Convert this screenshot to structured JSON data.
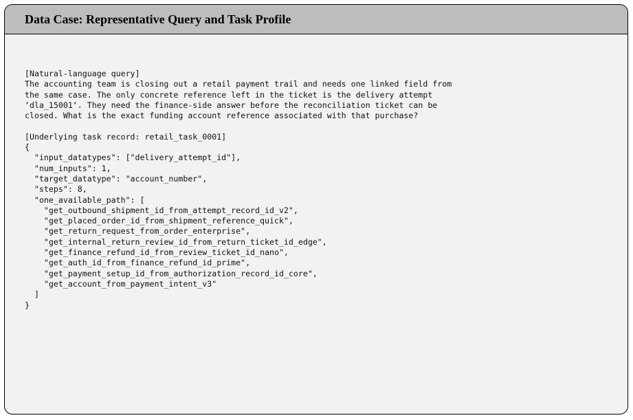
{
  "card": {
    "title": "Data Case: Representative Query and Task Profile"
  },
  "query_section": {
    "label": "[Natural-language query]",
    "lines": [
      "The accounting team is closing out a retail payment trail and needs one linked field from",
      "the same case. The only concrete reference left in the ticket is the delivery attempt",
      "‘dla_15001‘. They need the finance-side answer before the reconciliation ticket can be",
      "closed. What is the exact funding account reference associated with that purchase?"
    ]
  },
  "record_section": {
    "label": "[Underlying task record: retail_task_0001]",
    "lines": [
      "{",
      "  \"input_datatypes\": [\"delivery_attempt_id\"],",
      "  \"num_inputs\": 1,",
      "  \"target_datatype\": \"account_number\",",
      "  \"steps\": 8,",
      "  \"one_available_path\": [",
      "    \"get_outbound_shipment_id_from_attempt_record_id_v2\",",
      "    \"get_placed_order_id_from_shipment_reference_quick\",",
      "    \"get_return_request_from_order_enterprise\",",
      "    \"get_internal_return_review_id_from_return_ticket_id_edge\",",
      "    \"get_finance_refund_id_from_review_ticket_id_nano\",",
      "    \"get_auth_id_from_finance_refund_id_prime\",",
      "    \"get_payment_setup_id_from_authorization_record_id_core\",",
      "    \"get_account_from_payment_intent_v3\"",
      "  ]",
      "}"
    ]
  }
}
